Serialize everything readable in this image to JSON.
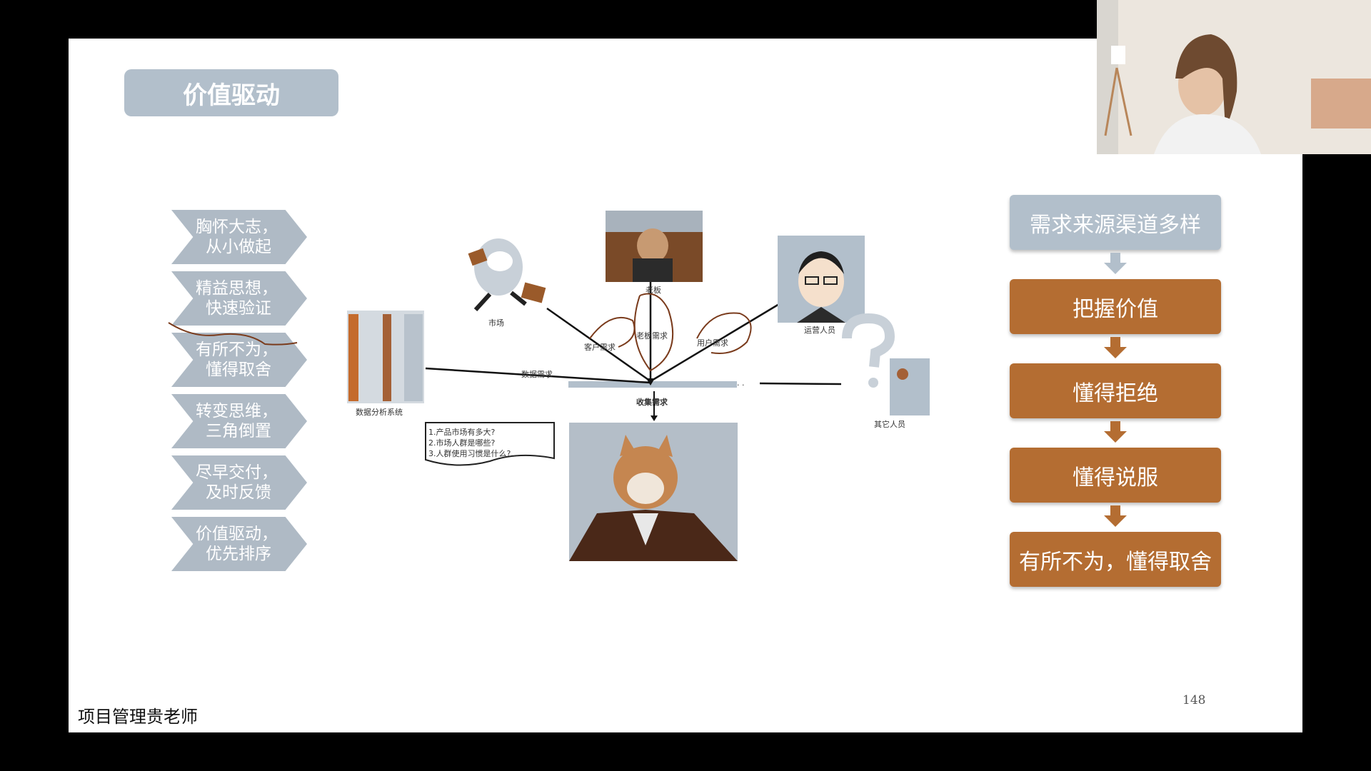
{
  "slide": {
    "title": "价值驱动",
    "footer": "项目管理贵老师",
    "page_number": "148"
  },
  "principles": [
    {
      "line1": "胸怀大志，",
      "line2": "从小做起"
    },
    {
      "line1": "精益思想，",
      "line2": "快速验证"
    },
    {
      "line1": "有所不为，",
      "line2": "懂得取舍"
    },
    {
      "line1": "转变思维，",
      "line2": "三角倒置"
    },
    {
      "line1": "尽早交付，",
      "line2": "及时反馈"
    },
    {
      "line1": "价值驱动，",
      "line2": "优先排序"
    }
  ],
  "flow": [
    {
      "label": "需求来源渠道多样",
      "style": "grey"
    },
    {
      "label": "把握价值",
      "style": "brown"
    },
    {
      "label": "懂得拒绝",
      "style": "brown"
    },
    {
      "label": "懂得说服",
      "style": "brown"
    },
    {
      "label": "有所不为，懂得取舍",
      "style": "brown"
    }
  ],
  "diagram": {
    "nodes": {
      "market": "市场",
      "boss": "老板",
      "ops": "运营人员",
      "data_system": "数据分析系统",
      "other": "其它人员",
      "collect": "收集需求"
    },
    "edges": {
      "customer": "客户需求",
      "boss": "老板需求",
      "user": "用户需求",
      "data": "数据需求"
    },
    "questions": [
      "1.产品市场有多大?",
      "2.市场人群是哪些?",
      "3.人群使用习惯是什么?..."
    ]
  },
  "colors": {
    "accent_grey": "#b2bfcb",
    "accent_brown": "#b46d32",
    "background": "#ffffff"
  }
}
